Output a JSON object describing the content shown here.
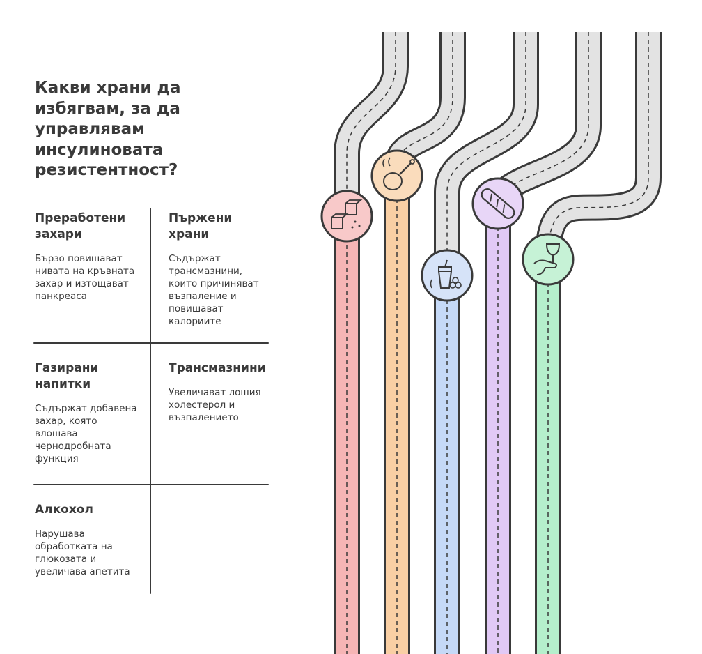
{
  "title": "Какви храни да избягвам, за да управлявам инсулиновата резистентност?",
  "items": [
    {
      "name": "Преработени захари",
      "description": "Бързо повишават нивата на кръвната захар и изтощават панкреаса",
      "icon": "sugar-cubes-icon",
      "color": "#f6b5b5"
    },
    {
      "name": "Пържени храни",
      "description": "Съдържат трансмазнини, които причиняват възпаление и повишават калориите",
      "icon": "fried-chicken-icon",
      "color": "#f9cfa4"
    },
    {
      "name": "Газирани напитки",
      "description": "Съдържат добавена захар, която влошава чернодробната функция",
      "icon": "soda-drink-icon",
      "color": "#c5d9f7"
    },
    {
      "name": "Трансмазнини",
      "description": "Увеличават лошия холестерол и възпалението",
      "icon": "baguette-icon",
      "color": "#e1c9f5"
    },
    {
      "name": "Алкохол",
      "description": "Нарушава обработката на глюкозата и увеличава апетита",
      "icon": "wine-glass-icon",
      "color": "#b5efcc"
    }
  ]
}
